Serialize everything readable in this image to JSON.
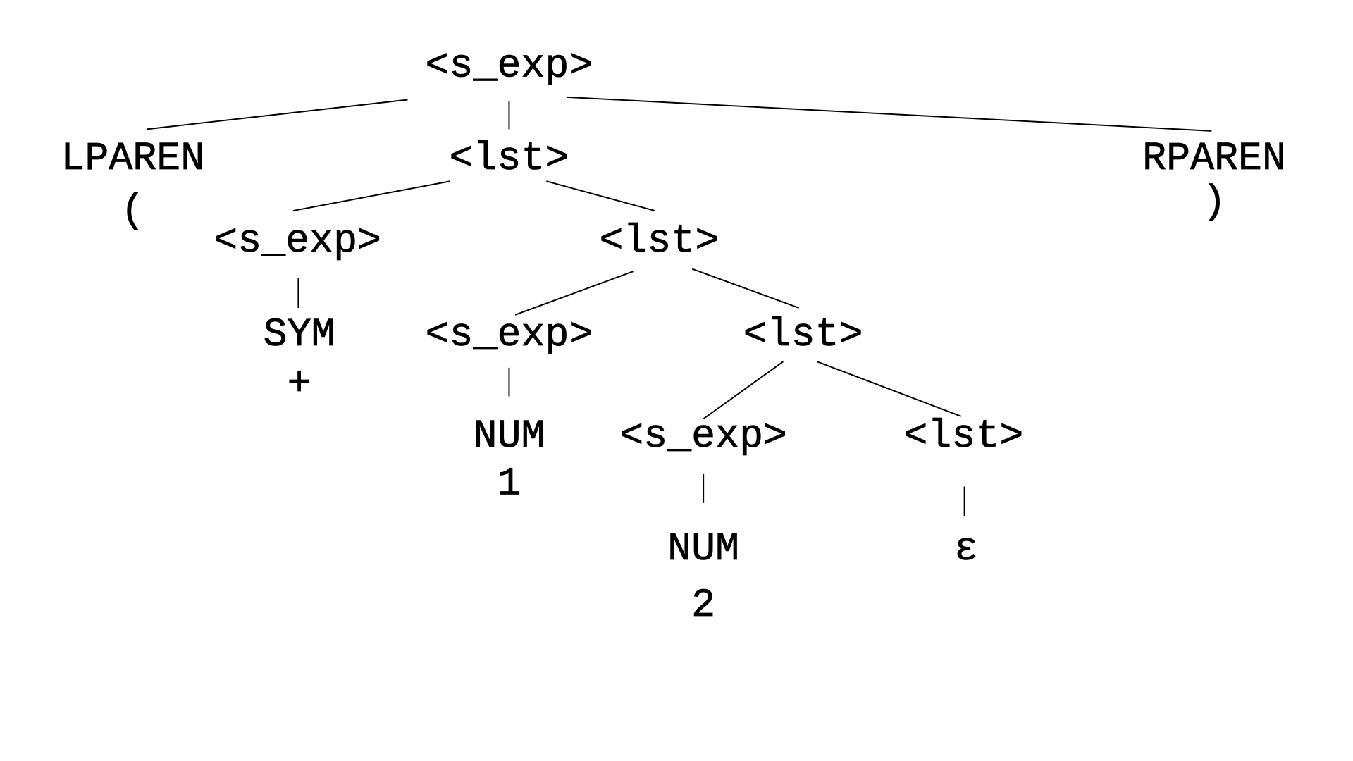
{
  "title": "Parse tree for (+ 1 2)",
  "nodes": {
    "root": "<s_exp>",
    "lparen": "LPAREN",
    "lparen_tok": "(",
    "lst1": "<lst>",
    "rparen": "RPAREN",
    "rparen_tok": ")",
    "sexp_sym": "<s_exp>",
    "sym": "SYM",
    "sym_tok": "+",
    "lst2": "<lst>",
    "sexp_num1": "<s_exp>",
    "num1": "NUM",
    "num1_tok": "1",
    "lst3": "<lst>",
    "sexp_num2": "<s_exp>",
    "num2": "NUM",
    "num2_tok": "2",
    "lst4": "<lst>",
    "epsilon": "ε"
  }
}
